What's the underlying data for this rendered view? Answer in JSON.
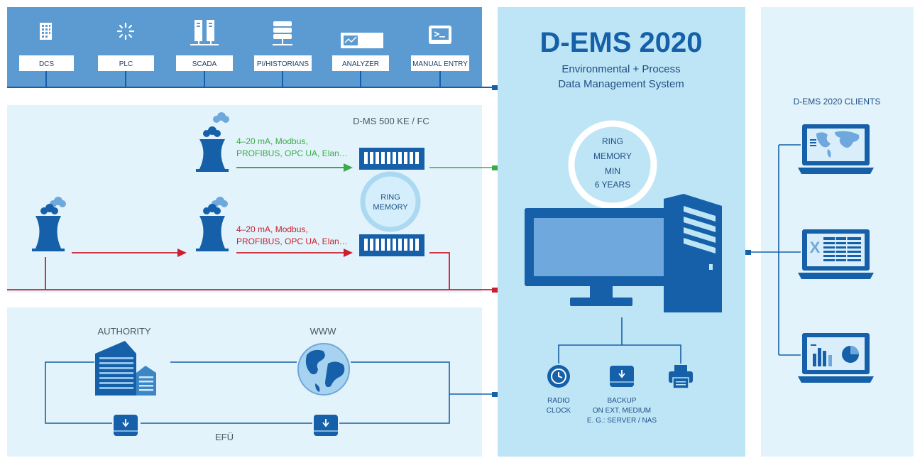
{
  "sources": {
    "items": [
      {
        "label": "DCS",
        "icon": "cabinet-icon"
      },
      {
        "label": "PLC",
        "icon": "spinner-icon"
      },
      {
        "label": "SCADA",
        "icon": "server-rack-icon"
      },
      {
        "label": "PI/HISTORIANS",
        "icon": "database-stack-icon"
      },
      {
        "label": "ANALYZER",
        "icon": "analyzer-icon"
      },
      {
        "label": "MANUAL ENTRY",
        "icon": "terminal-icon"
      }
    ]
  },
  "acquisition": {
    "title": "D-MS 500 KE / FC",
    "green_protocols": [
      "4–20 mA, Modbus,",
      "PROFIBUS, OPC UA, Elan…"
    ],
    "red_protocols": [
      "4–20 mA, Modbus,",
      "PROFIBUS, OPC UA, Elan…"
    ],
    "ring": [
      "RING",
      "MEMORY"
    ]
  },
  "reporting": {
    "authority": "AUTHORITY",
    "www": "WWW",
    "efu": "EFÜ"
  },
  "center": {
    "title": "D-EMS 2020",
    "subtitle": [
      "Environmental + Process",
      "Data Management System"
    ],
    "ring": [
      "RING",
      "MEMORY",
      "MIN",
      "6 YEARS"
    ],
    "peripherals": [
      {
        "lines": [
          "RADIO",
          "CLOCK"
        ],
        "icon": "clock-icon"
      },
      {
        "lines": [
          "BACKUP",
          "ON EXT. MEDIUM",
          "E. G.: SERVER / NAS"
        ],
        "icon": "backup-drive-icon"
      },
      {
        "lines": [],
        "icon": "printer-icon"
      }
    ]
  },
  "clients": {
    "title": "D-EMS 2020 CLIENTS",
    "items": [
      {
        "icon": "laptop-map-icon"
      },
      {
        "icon": "laptop-spreadsheet-icon"
      },
      {
        "icon": "laptop-charts-icon"
      }
    ]
  },
  "colors": {
    "dark_blue": "#1560a8",
    "top_band": "#5b9bd1",
    "panel_light": "#e3f3fb",
    "panel_center": "#bee5f6",
    "green": "#3bab4a",
    "red": "#c8202f"
  }
}
